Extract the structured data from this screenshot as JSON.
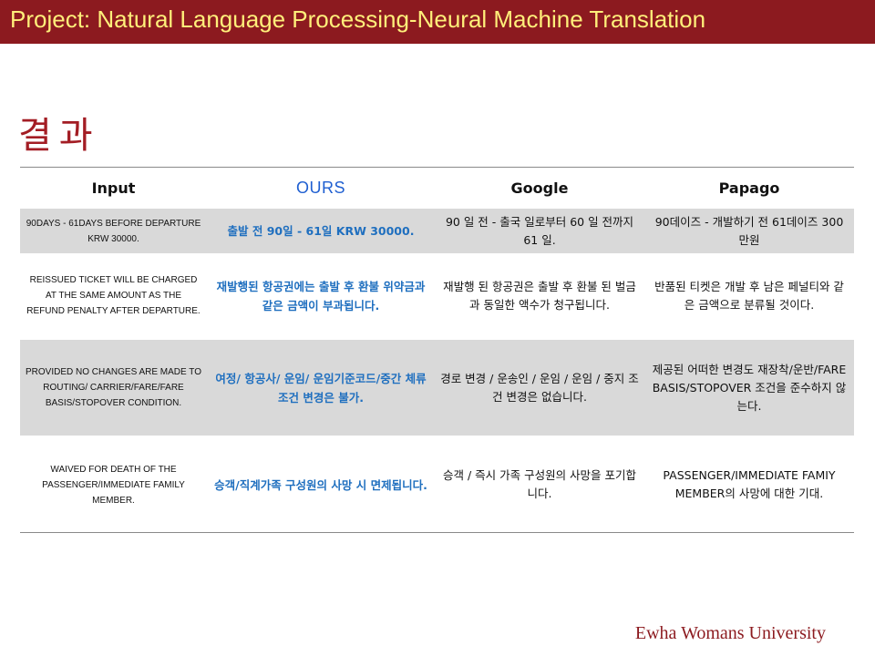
{
  "header": {
    "title": "Project: Natural Language Processing-Neural Machine Translation"
  },
  "slide": {
    "heading": "결과"
  },
  "table": {
    "columns": [
      "Input",
      "OURS",
      "Google",
      "Papago"
    ],
    "rows": [
      {
        "input": "90DAYS - 61DAYS BEFORE DEPARTURE KRW 30000.",
        "ours": "출발 전 90일 - 61일 KRW 30000.",
        "google": "90 일 전 - 출국 일로부터 60 일 전까지 61 일.",
        "papago": "90데이즈 - 개발하기 전 61데이즈 300만원"
      },
      {
        "input": "REISSUED TICKET WILL BE CHARGED AT THE SAME AMOUNT AS THE REFUND PENALTY AFTER DEPARTURE.",
        "ours": "재발행된 항공권에는 출발 후 환불 위약금과 같은 금액이 부과됩니다.",
        "google": "재발행 된 항공권은 출발 후 환불 된 벌금과 동일한 액수가 청구됩니다.",
        "papago": "반품된 티켓은 개발 후 남은 페널티와 같은 금액으로 분류될 것이다."
      },
      {
        "input": "PROVIDED NO CHANGES ARE MADE TO ROUTING/ CARRIER/FARE/FARE BASIS/STOPOVER CONDITION.",
        "ours": "여정/ 항공사/ 운임/ 운임기준코드/중간 체류 조건 변경은 불가.",
        "google": "경로 변경 / 운송인 / 운임 / 운임 / 중지 조건 변경은 없습니다.",
        "papago": "제공된 어떠한 변경도 재장착/운반/FARE BASIS/STOPOVER 조건을 준수하지 않는다."
      },
      {
        "input": "WAIVED FOR DEATH OF THE PASSENGER/IMMEDIATE FAMILY MEMBER.",
        "ours": "승객/직계가족 구성원의 사망 시 면제됩니다.",
        "google": "승객 / 즉시 가족 구성원의 사망을 포기합니다.",
        "papago": "PASSENGER/IMMEDIATE FAMIY MEMBER의 사망에 대한 기대."
      }
    ]
  },
  "footer": {
    "text": "Ewha Womans University"
  },
  "colors": {
    "header_bg": "#8c1a1f",
    "header_text": "#ffef7a",
    "heading": "#a31d24",
    "ours_text": "#1f6fbf",
    "row_shade": "#d9d9d9"
  }
}
